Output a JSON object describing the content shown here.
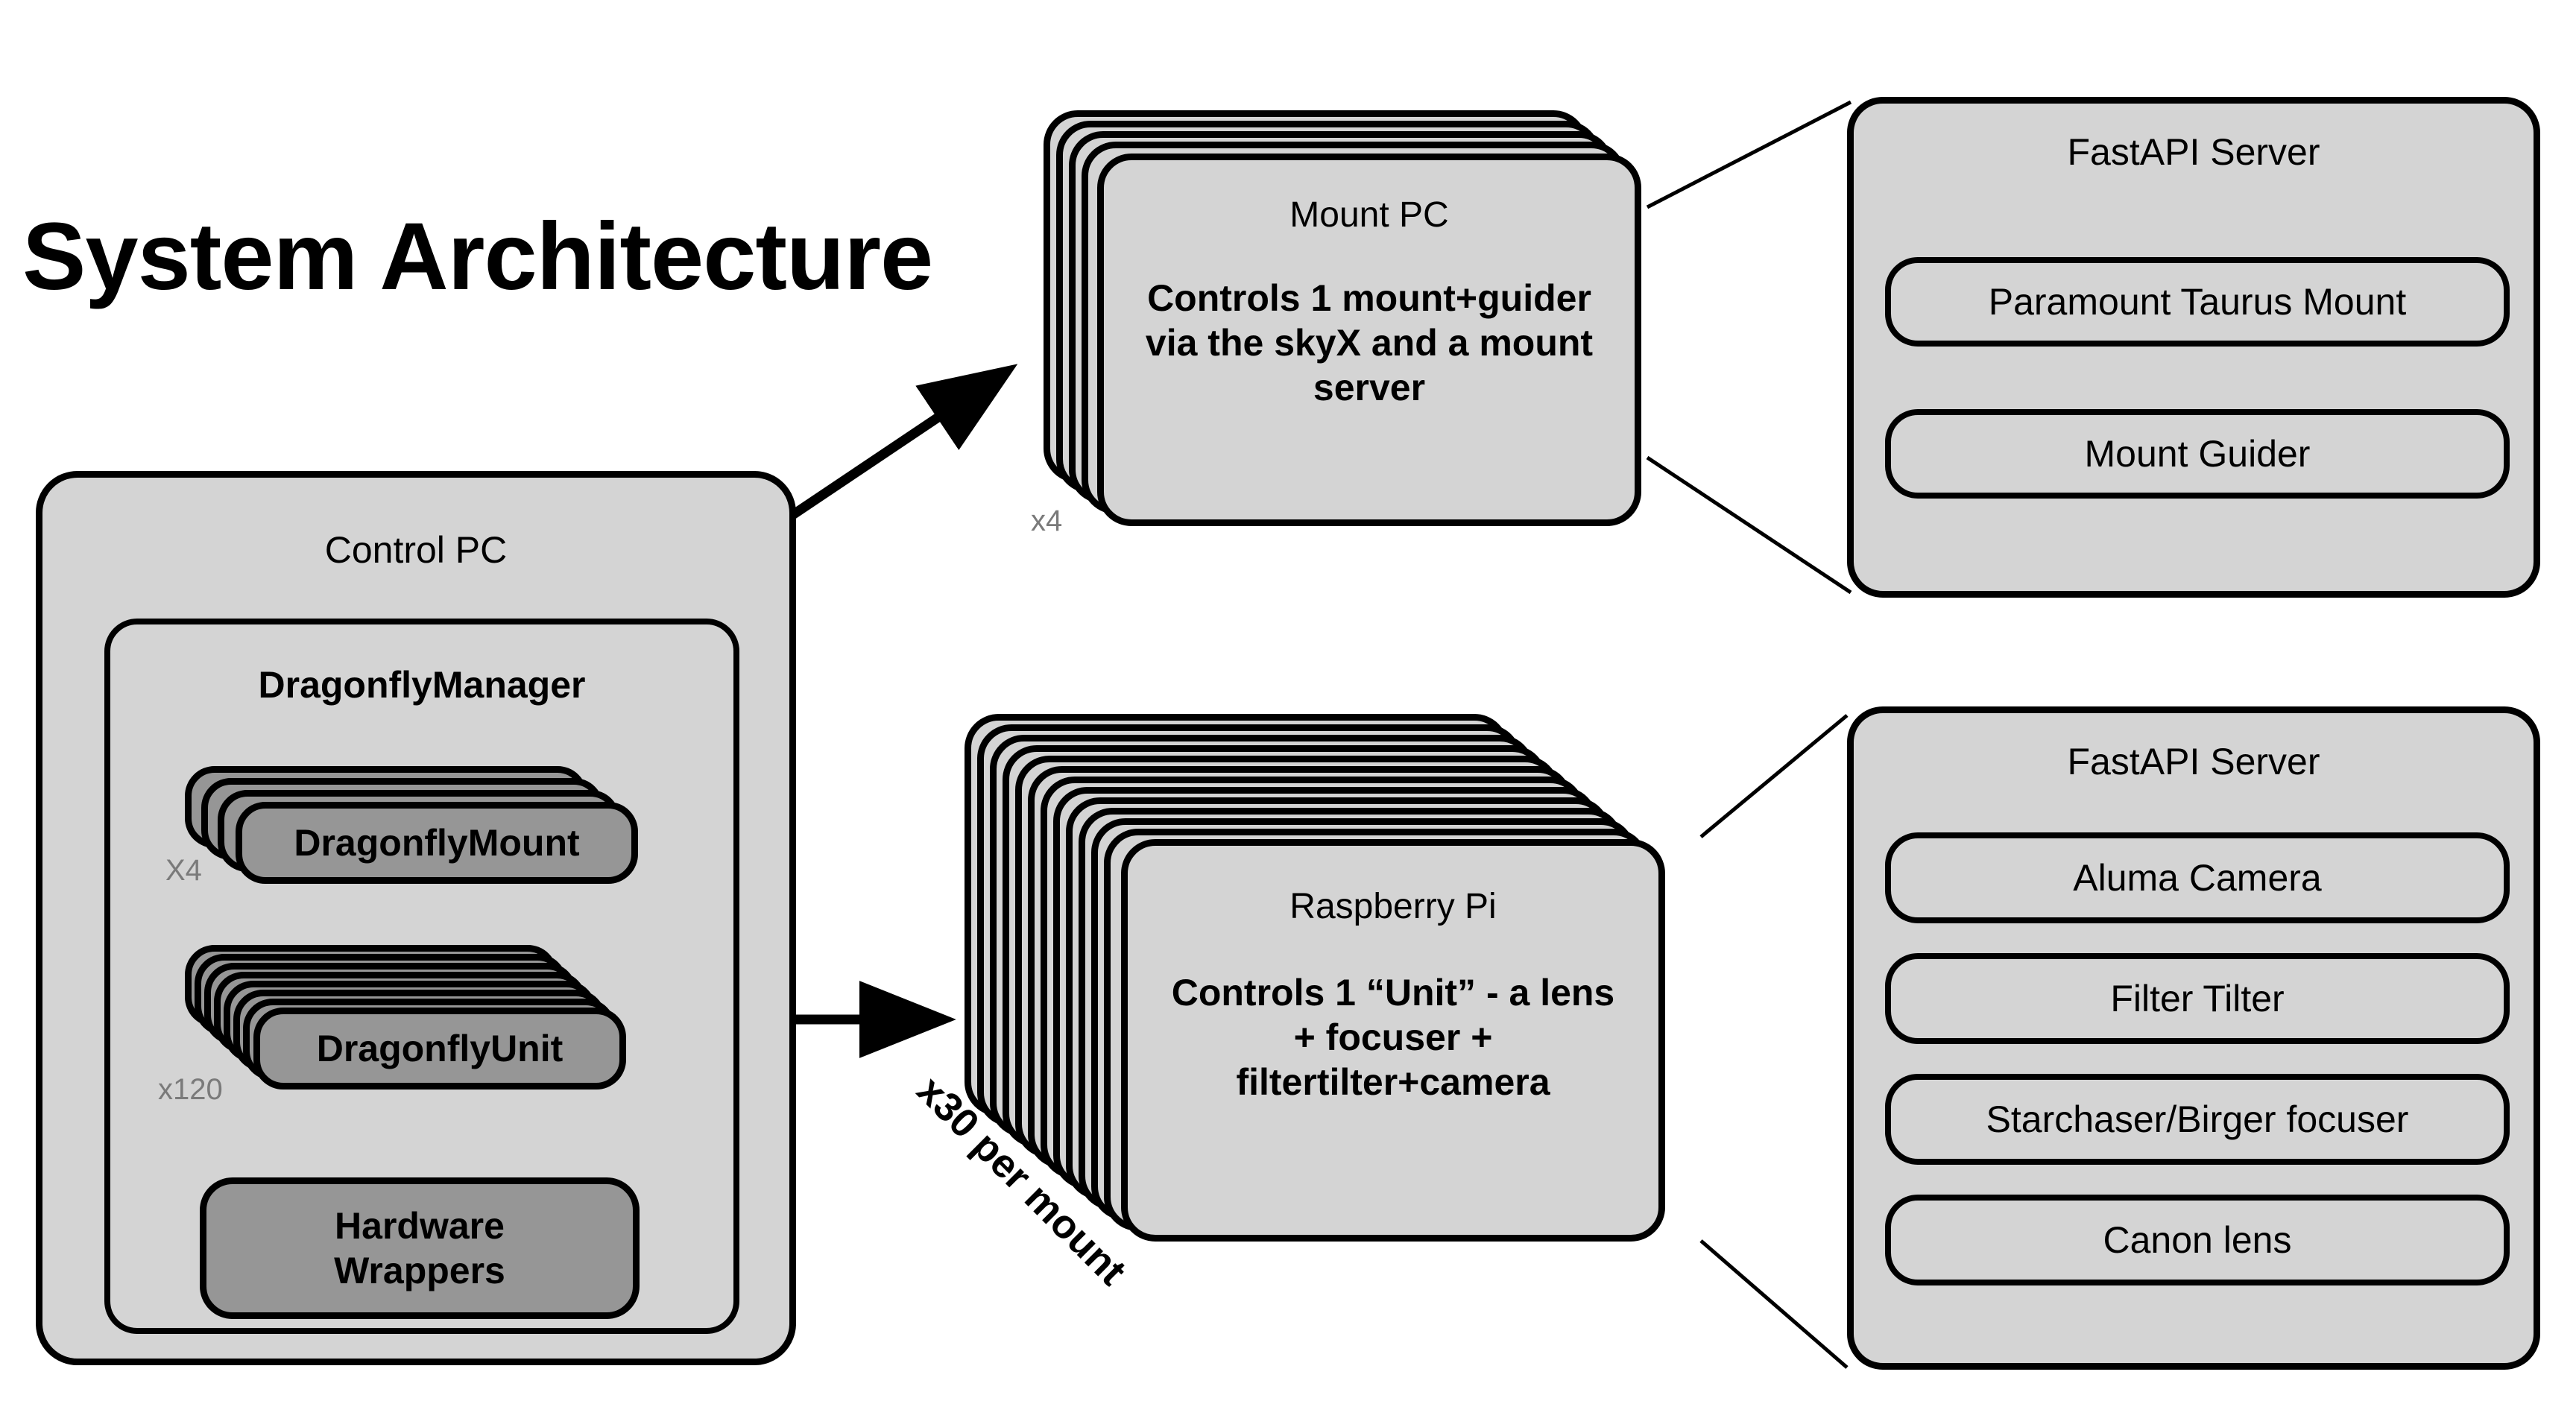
{
  "title": "System Architecture",
  "control_pc": {
    "label": "Control PC",
    "manager": {
      "label": "DragonflyManager",
      "components": [
        {
          "label": "DragonflyMount",
          "count_label": "X4",
          "stack_layers": 4
        },
        {
          "label": "DragonflyUnit",
          "count_label": "x120",
          "stack_layers": 8
        },
        {
          "label": "Hardware\nWrappers",
          "line1": "Hardware",
          "line2": "Wrappers",
          "count_label": "",
          "stack_layers": 1
        }
      ]
    }
  },
  "mount_pc": {
    "title": "Mount PC",
    "description_line1": "Controls 1 mount+guider",
    "description_line2": "via the skyX and a mount",
    "description_line3": "server",
    "count_label": "x4",
    "stack_layers": 5
  },
  "raspberry_pi": {
    "title": "Raspberry Pi",
    "description_line1": "Controls 1 “Unit” - a lens",
    "description_line2": "+ focuser +",
    "description_line3": "filtertilter+camera",
    "count_label": "x30 per mount",
    "stack_layers": 13
  },
  "mount_server": {
    "title": "FastAPI Server",
    "items": [
      "Paramount Taurus Mount",
      "Mount Guider"
    ]
  },
  "unit_server": {
    "title": "FastAPI Server",
    "items": [
      "Aluma Camera",
      "Filter Tilter",
      "Starchaser/Birger focuser",
      "Canon lens"
    ]
  },
  "colors": {
    "light_gray": "#d4d4d4",
    "dark_gray": "#969696",
    "stroke": "#000000",
    "count_text": "#7a7a7a",
    "background": "#ffffff"
  }
}
